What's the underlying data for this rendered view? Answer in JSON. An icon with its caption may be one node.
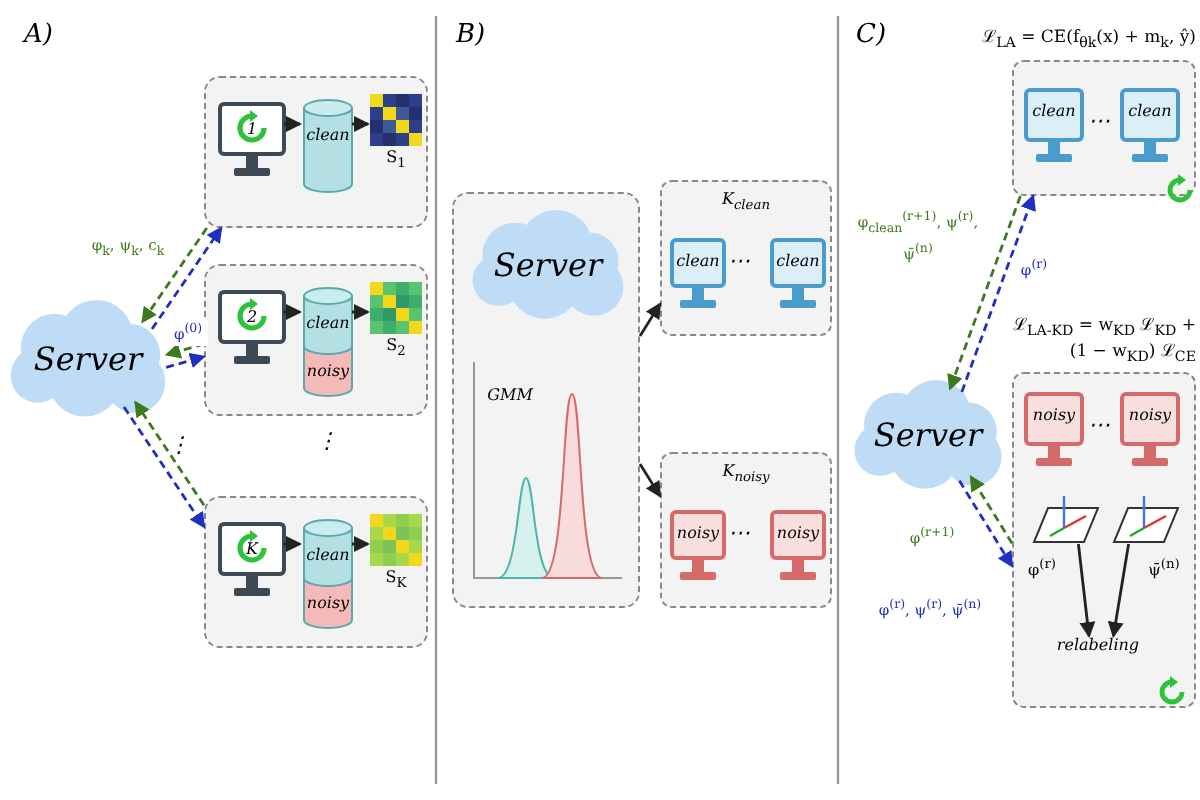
{
  "diagram": {
    "nodes": [
      {
        "text": [
          "Server"
        ]
      },
      {
        "text": [],
        "shape": "box"
      },
      {
        "text": [
          "1"
        ],
        "in": 1
      },
      {
        "text": [
          "clean"
        ],
        "in": 1
      },
      {
        "text": [],
        "shape": "picture",
        "in": 1,
        "beside": [
          "S$_{1}$"
        ]
      },
      {
        "text": [],
        "shape": "box"
      },
      {
        "text": [
          "2"
        ],
        "in": 5
      },
      {
        "text": [
          "clean",
          "noisy"
        ],
        "in": 5
      },
      {
        "text": [],
        "shape": "picture",
        "in": 5,
        "beside": [
          "S$_{2}$"
        ]
      },
      {
        "text": [],
        "shape": "box"
      },
      {
        "text": [
          "K"
        ],
        "in": 9
      },
      {
        "text": [
          "clean",
          "noisy"
        ],
        "in": 9
      },
      {
        "text": [],
        "shape": "picture",
        "in": 9,
        "beside": [
          "S$_{K}$"
        ]
      },
      {
        "text": [],
        "shape": "box"
      },
      {
        "text": [
          "Server"
        ],
        "in": 13
      },
      {
        "text": [
          "GMM"
        ],
        "in": 13
      },
      {
        "text": [
          "K$_{clean}$"
        ]
      },
      {
        "text": [
          "clean"
        ],
        "in": 16
      },
      {
        "text": [
          "clean"
        ],
        "in": 16
      },
      {
        "text": [
          "K$_{noisy}$"
        ]
      },
      {
        "text": [
          "noisy"
        ],
        "in": 19
      },
      {
        "text": [
          "noisy"
        ],
        "in": 19
      },
      {
        "text": [
          "Server"
        ]
      },
      {
        "text": [
          "ℒ$_{LA}$ = CE(f$_{θk}$(x) + m$_{k}$, ŷ)"
        ]
      },
      {
        "text": [
          "clean"
        ],
        "in": 23
      },
      {
        "text": [
          "clean"
        ],
        "in": 23
      },
      {
        "text": [
          "ℒ$_{LA-KD}$ = w$_{KD}$ ℒ$_{KD}$ + (1 − w$_{KD}$) ℒ$_{CE}$"
        ]
      },
      {
        "text": [
          "noisy"
        ],
        "in": 26
      },
      {
        "text": [
          "noisy"
        ],
        "in": 26
      },
      {
        "text": [],
        "shape": "picture",
        "in": 26,
        "beside": [
          "φ$^{(r)}$"
        ]
      },
      {
        "text": [],
        "shape": "picture",
        "in": 26,
        "beside": [
          "ψ̄$^{(n)}$"
        ]
      },
      {
        "text": [
          "relabeling"
        ],
        "in": 26
      }
    ],
    "edges": [
      {
        "from": 1,
        "to": 0,
        "arrow": "to",
        "style": "dashed",
        "color": "#3d7a1f",
        "label": "φ$_{k}$, ψ$_{k}$, c$_{k}$"
      },
      {
        "from": 0,
        "to": 1,
        "arrow": "to",
        "style": "dashed",
        "color": "#1f2fc0"
      },
      {
        "from": 0,
        "to": 5,
        "arrow": "to",
        "style": "dashed",
        "color": "#1f2fc0",
        "label": "φ$^{(0)}$"
      },
      {
        "from": 5,
        "to": 0,
        "arrow": "to",
        "style": "dashed",
        "color": "#3d7a1f"
      },
      {
        "from": 9,
        "to": 0,
        "arrow": "to",
        "style": "dashed",
        "color": "#3d7a1f"
      },
      {
        "from": 0,
        "to": 9,
        "arrow": "to",
        "style": "dashed",
        "color": "#1f2fc0"
      },
      {
        "from": 2,
        "to": 3,
        "arrow": "to"
      },
      {
        "from": 3,
        "to": 4,
        "arrow": "to"
      },
      {
        "from": 6,
        "to": 7,
        "arrow": "to"
      },
      {
        "from": 7,
        "to": 8,
        "arrow": "to"
      },
      {
        "from": 10,
        "to": 11,
        "arrow": "to"
      },
      {
        "from": 11,
        "to": 12,
        "arrow": "to"
      },
      {
        "from": 13,
        "to": 16,
        "arrow": "to"
      },
      {
        "from": 13,
        "to": 19,
        "arrow": "to"
      },
      {
        "from": 23,
        "to": 22,
        "arrow": "to",
        "style": "dashed",
        "color": "#3d7a1f",
        "label": "φ$_{clean}$$^{(r+1)}$, ψ$^{(r)}$, ψ̄$^{(n)}$"
      },
      {
        "from": 22,
        "to": 23,
        "arrow": "to",
        "style": "dashed",
        "color": "#1f2fc0",
        "label": "φ$^{(r)}$"
      },
      {
        "from": 26,
        "to": 22,
        "arrow": "to",
        "style": "dashed",
        "color": "#3d7a1f",
        "label": "φ$^{(r+1)}$"
      },
      {
        "from": 22,
        "to": 26,
        "arrow": "to",
        "style": "dashed",
        "color": "#1f2fc0",
        "label": "φ$^{(r)}$, ψ$^{(r)}$, ψ̄$^{(n)}$"
      },
      {
        "from": 29,
        "to": 31,
        "arrow": "to"
      },
      {
        "from": 30,
        "to": 31,
        "arrow": "to"
      }
    ],
    "labels": [
      "A)",
      "⋮",
      "⋮",
      "B)",
      "⋯",
      "⋯",
      "C)",
      "⋯",
      "⋯"
    ]
  }
}
